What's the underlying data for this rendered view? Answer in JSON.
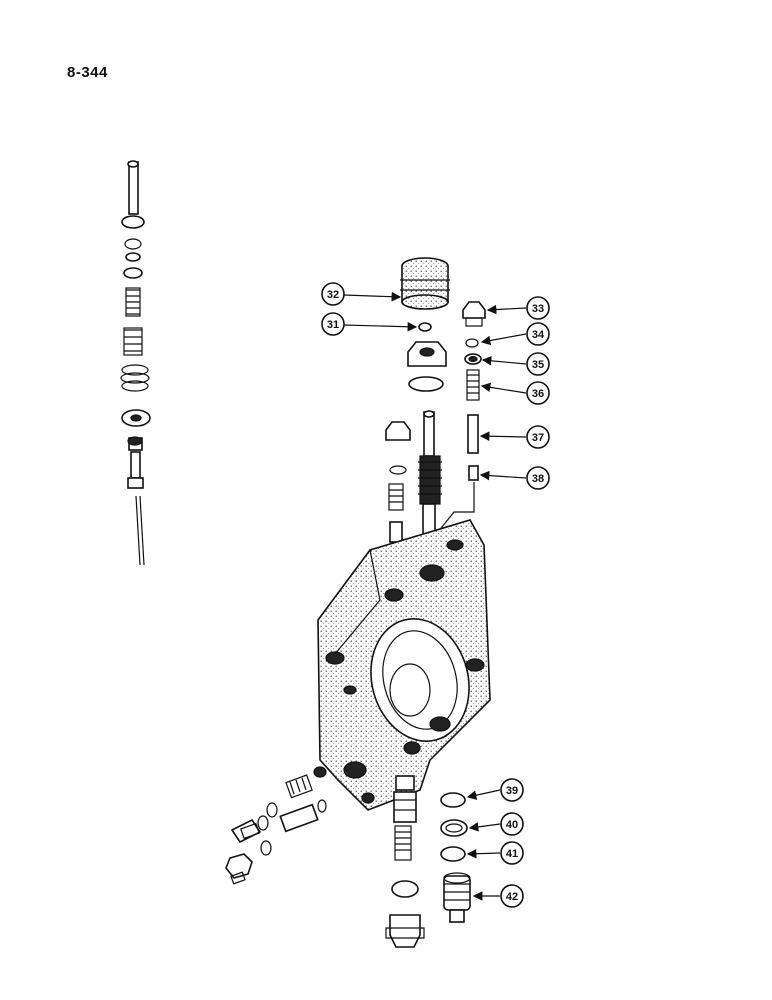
{
  "page": {
    "number": "8-344"
  },
  "callouts": [
    {
      "id": "32"
    },
    {
      "id": "31"
    },
    {
      "id": "33"
    },
    {
      "id": "34"
    },
    {
      "id": "35"
    },
    {
      "id": "36"
    },
    {
      "id": "37"
    },
    {
      "id": "38"
    },
    {
      "id": "39"
    },
    {
      "id": "40"
    },
    {
      "id": "41"
    },
    {
      "id": "42"
    }
  ]
}
